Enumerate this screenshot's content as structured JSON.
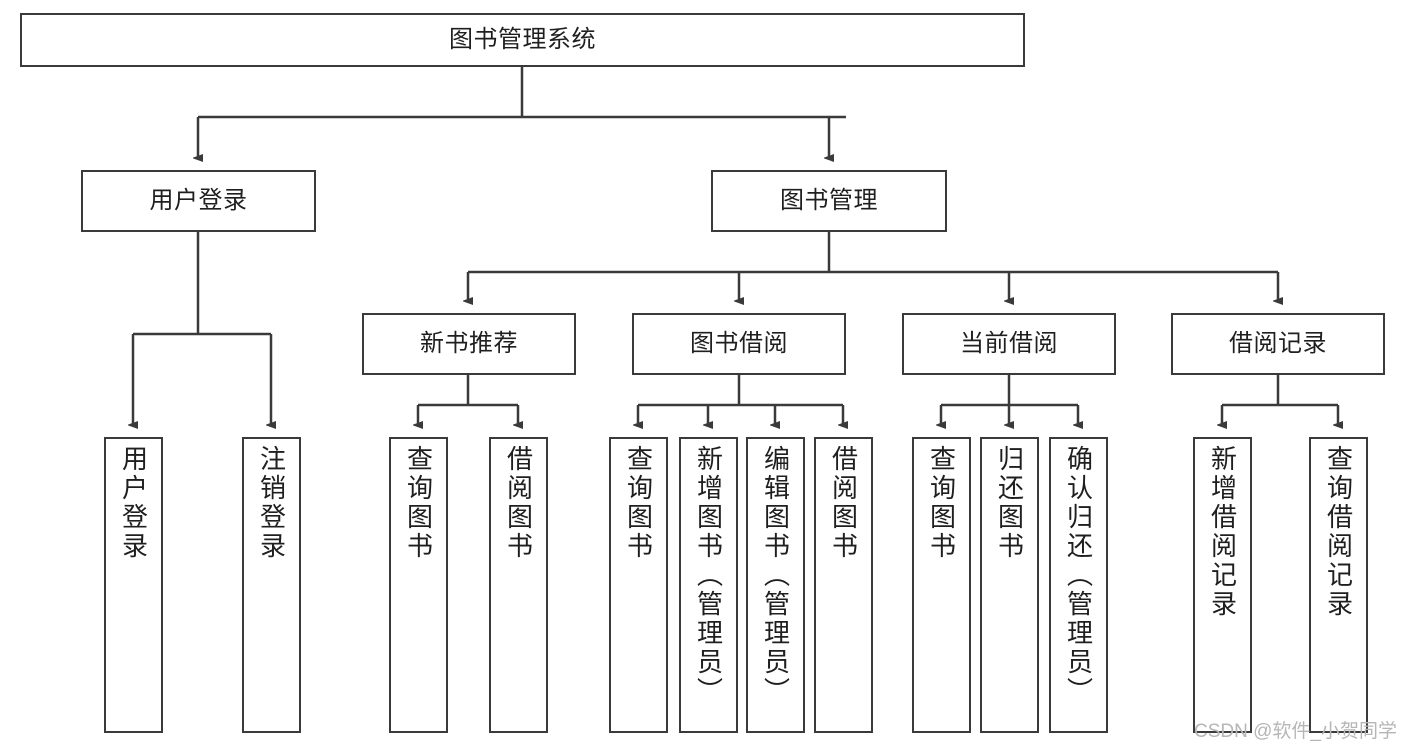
{
  "diagram": {
    "type": "hierarchy-tree",
    "title": "图书管理系统",
    "watermark": "CSDN @软件_小贺同学",
    "colors": {
      "box_border": "#3a3a3a",
      "box_fill": "#ffffff",
      "edge": "#3a3a3a",
      "text": "#1f1f1f",
      "watermark": "#b6b6b6"
    },
    "levels": {
      "root": {
        "label": "图书管理系统"
      },
      "level1": [
        {
          "label": "用户登录"
        },
        {
          "label": "图书管理"
        }
      ],
      "level2": [
        {
          "label": "新书推荐"
        },
        {
          "label": "图书借阅"
        },
        {
          "label": "当前借阅"
        },
        {
          "label": "借阅记录"
        }
      ],
      "leaves": {
        "user_login": [
          {
            "label": "用户登录"
          },
          {
            "label": "注销登录"
          }
        ],
        "new_book_recommend": [
          {
            "label": "查询图书"
          },
          {
            "label": "借阅图书"
          }
        ],
        "book_borrow": [
          {
            "label": "查询图书"
          },
          {
            "label": "新增图书（管理员）"
          },
          {
            "label": "编辑图书（管理员）"
          },
          {
            "label": "借阅图书"
          }
        ],
        "current_borrow": [
          {
            "label": "查询图书"
          },
          {
            "label": "归还图书"
          },
          {
            "label": "确认归还（管理员）"
          }
        ],
        "borrow_records": [
          {
            "label": "新增借阅记录"
          },
          {
            "label": "查询借阅记录"
          }
        ]
      }
    }
  }
}
